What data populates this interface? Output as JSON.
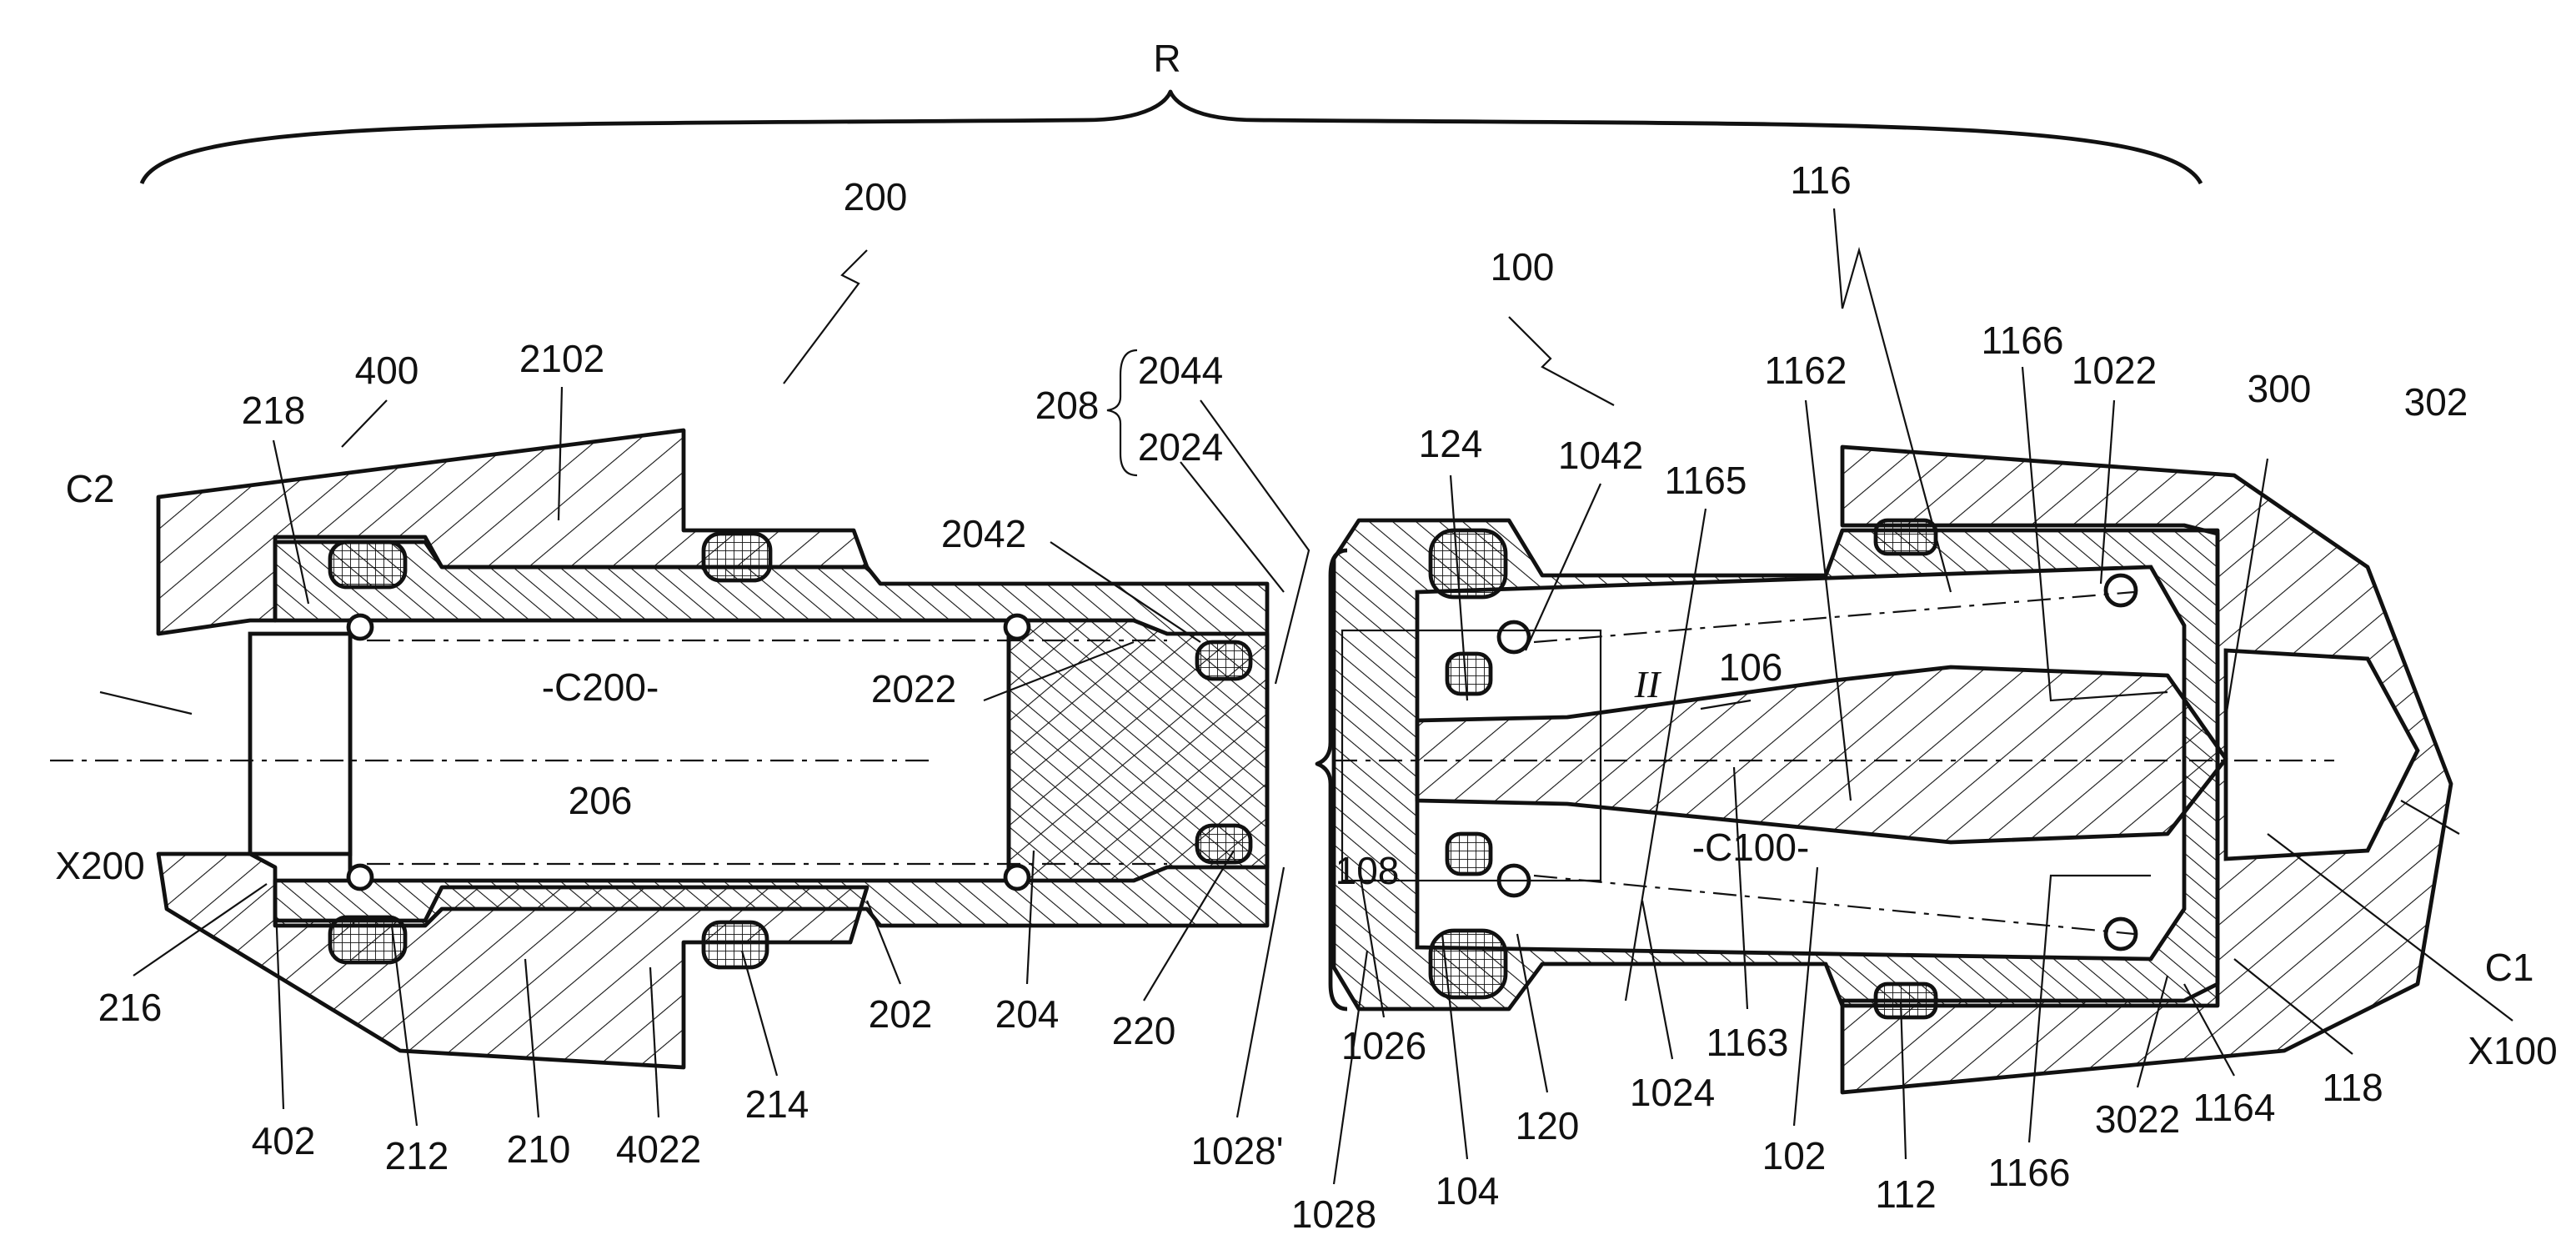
{
  "figure": {
    "labels": {
      "R": "R",
      "l200": "200",
      "l100": "100",
      "l116": "116",
      "l400": "400",
      "l2102": "2102",
      "l218": "218",
      "C2": "C2",
      "l208": "208",
      "l2044": "2044",
      "l2024": "2024",
      "l2042": "2042",
      "l2022": "2022",
      "C200": "-C200-",
      "l206": "206",
      "X200": "X200",
      "l216": "216",
      "l402": "402",
      "l212": "212",
      "l210": "210",
      "l4022": "4022",
      "l214": "214",
      "l202": "202",
      "l204": "204",
      "l220": "220",
      "l124": "124",
      "l1042": "1042",
      "l1165": "1165",
      "l1162": "1162",
      "l1166a": "1166",
      "l1022": "1022",
      "l300": "300",
      "l302": "302",
      "II": "II",
      "l106": "106",
      "l108": "108",
      "C100": "-C100-",
      "C1": "C1",
      "X100": "X100",
      "l1028p": "1028'",
      "l1026": "1026",
      "l1028": "1028",
      "l104": "104",
      "l120": "120",
      "l1024": "1024",
      "l1163": "1163",
      "l102": "102",
      "l112": "112",
      "l1166b": "1166",
      "l3022": "3022",
      "l1164": "1164",
      "l118": "118"
    },
    "colors": {
      "ink": "#111111",
      "paper": "#ffffff"
    }
  }
}
